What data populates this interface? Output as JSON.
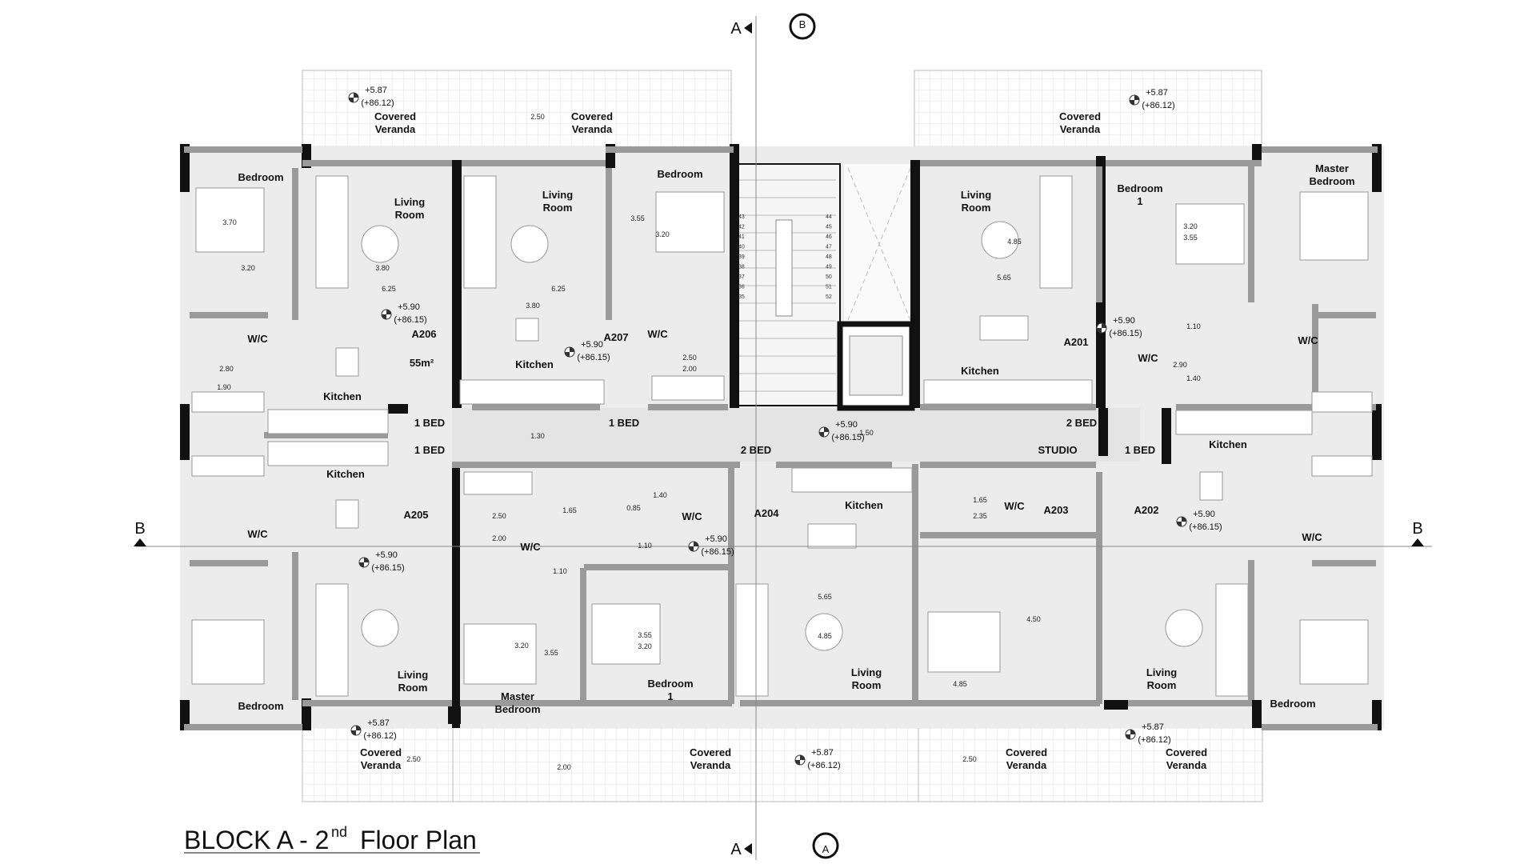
{
  "title": {
    "main": "BLOCK A - 2",
    "sup": "nd",
    "rest": "Floor Plan"
  },
  "section_marks": {
    "A": "A",
    "B": "B"
  },
  "units": [
    {
      "code": "A206",
      "area": "55m²"
    },
    {
      "code": "A207"
    },
    {
      "code": "A201"
    },
    {
      "code": "A205"
    },
    {
      "code": "A204"
    },
    {
      "code": "A203"
    },
    {
      "code": "A202"
    }
  ],
  "unit_types": {
    "one_bed": "1 BED",
    "two_bed": "2 BED",
    "studio": "STUDIO"
  },
  "rooms": {
    "bedroom": "Bedroom",
    "living": "Living",
    "room": "Room",
    "master": "Master",
    "kitchen": "Kitchen",
    "wc": "W/C",
    "covered": "Covered",
    "veranda": "Veranda",
    "one": "1"
  },
  "levels": {
    "veranda_top": "+5.87",
    "veranda_abs": "(+86.12)",
    "floor_top": "+5.90",
    "floor_abs": "(+86.15)"
  },
  "dimensions": [
    "2.50",
    "3.70",
    "3.20",
    "3.80",
    "6.25",
    "3.55",
    "3.20",
    "6.25",
    "3.80",
    "2.80",
    "1.90",
    "2.50",
    "2.00",
    "4.85",
    "5.65",
    "3.20",
    "3.55",
    "1.10",
    "2.90",
    "1.40",
    "1.30",
    "1.50",
    "1.65",
    "0.85",
    "1.40",
    "2.50",
    "2.00",
    "1.10",
    "1.10",
    "1.65",
    "2.35",
    "3.20",
    "3.55",
    "3.55",
    "3.20",
    "5.65",
    "4.85",
    "4.50",
    "4.85",
    "2.50",
    "2.00",
    "2.50"
  ],
  "stair_numbers": [
    "43",
    "42",
    "41",
    "40",
    "39",
    "38",
    "37",
    "36",
    "35",
    "44",
    "45",
    "46",
    "47",
    "48",
    "49",
    "50",
    "51",
    "52"
  ],
  "colors": {
    "wall": "#111111",
    "fill": "#ececec",
    "grid": "#dddddd",
    "partition": "#8a8a8a"
  }
}
